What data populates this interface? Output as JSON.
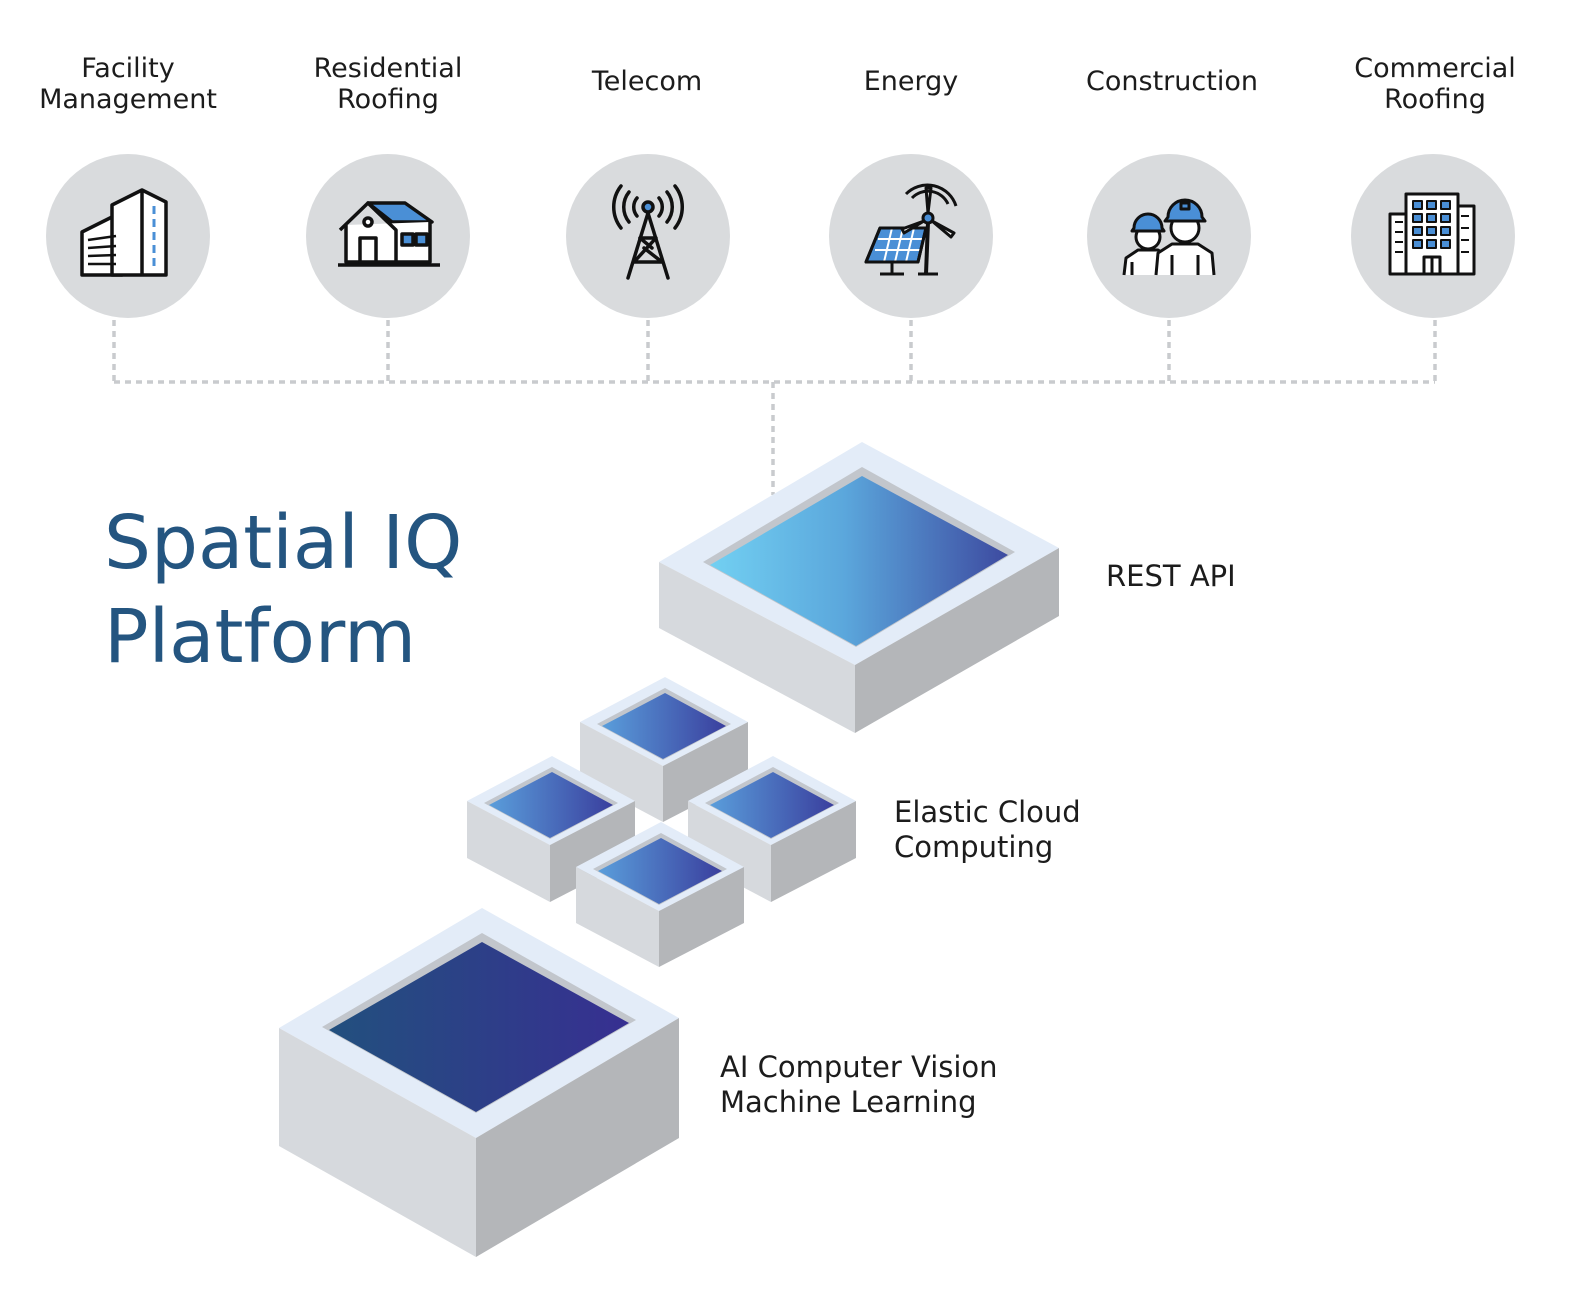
{
  "title": {
    "line1": "Spatial IQ",
    "line2": "Platform"
  },
  "categories": [
    {
      "line1": "Facility",
      "line2": "Management",
      "icon": "office-building-icon"
    },
    {
      "line1": "Residential",
      "line2": "Roofing",
      "icon": "house-icon"
    },
    {
      "line1": "Telecom",
      "line2": "",
      "icon": "cell-tower-icon"
    },
    {
      "line1": "Energy",
      "line2": "",
      "icon": "solar-wind-icon"
    },
    {
      "line1": "Construction",
      "line2": "",
      "icon": "construction-workers-icon"
    },
    {
      "line1": "Commercial",
      "line2": "Roofing",
      "icon": "commercial-building-icon"
    }
  ],
  "layers": {
    "rest_api": {
      "line1": "REST API"
    },
    "cloud": {
      "line1": "Elastic Cloud",
      "line2": "Computing"
    },
    "ai": {
      "line1": "AI Computer Vision",
      "line2": "Machine Learning"
    }
  },
  "colors": {
    "icon_circle": "#d9dbdd",
    "connector": "#c9cbce",
    "title": "#245580",
    "box_rim": "#e3ecf8",
    "box_left": "#d6d9dd",
    "box_right": "#b4b6b9",
    "rest_gradient": [
      "#72d0f2",
      "#3d4aa0"
    ],
    "cloud_gradient": [
      "#5a9edb",
      "#3a3f9e"
    ],
    "ai_gradient": [
      "#22507e",
      "#372f91"
    ],
    "icon_accent": "#4a8fd6"
  }
}
